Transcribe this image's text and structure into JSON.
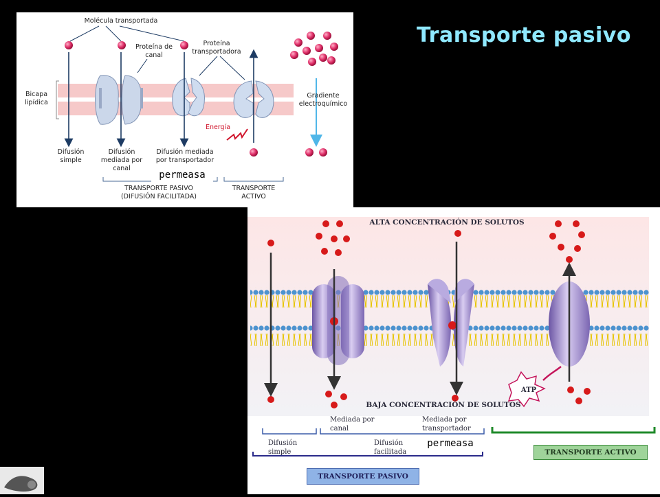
{
  "title": "Transporte pasivo",
  "top_diagram": {
    "molecule_label": "Molécula transportada",
    "channel_protein": "Proteína de canal",
    "carrier_protein": "Proteína transportadora",
    "bilayer": "Bicapa lipídica",
    "gradient": "Gradiente electroquímico",
    "energy": "Energía",
    "simple_diffusion": "Difusión simple",
    "channel_diffusion": "Difusión mediada por canal",
    "carrier_diffusion": "Difusión mediada por transportador",
    "permease": "permeasa",
    "passive": "TRANSPORTE PASIVO (DIFUSIÓN FACILITADA)",
    "active": "TRANSPORTE ACTIVO"
  },
  "bottom_diagram": {
    "high": "ALTA CONCENTRACIÓN DE SOLUTOS",
    "low": "BAJA CONCENTRACIÓN DE SOLUTOS",
    "channel_mediated": "Mediada por canal",
    "carrier_mediated": "Mediada por transportador",
    "simple": "Difusión simple",
    "facilitated": "Difusión facilitada",
    "permease": "permeasa",
    "atp": "ATP",
    "passive": "TRANSPORTE PASIVO",
    "active": "TRANSPORTE ACTIVO"
  },
  "colors": {
    "title": "#8fe8ff",
    "molecule": "#d9195f",
    "membrane": "#f6c9c9",
    "gradient_arrow": "#4fb6e8"
  }
}
